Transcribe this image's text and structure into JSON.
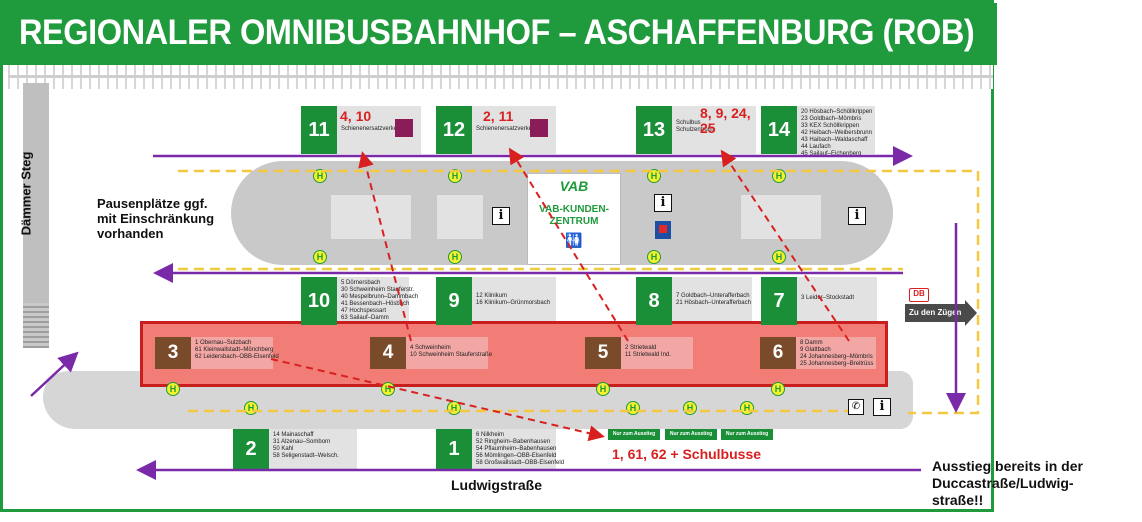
{
  "title": "REGIONALER OMNIBUSBAHNHOF – ASCHAFFENBURG (ROB)",
  "colors": {
    "green": "#1f9a3c",
    "purple": "#7a2aa8",
    "red": "#d92020",
    "brown": "#7a4b2a",
    "yellow_dash": "#f3c942"
  },
  "steg_label": "Dämmer Steg",
  "pause_note": [
    "Pausenplätze ggf.",
    "mit Einschränkung",
    "vorhanden"
  ],
  "exit_note": [
    "Ausstieg bereits in der",
    "Duccastraße/Ludwig-",
    "straße!!"
  ],
  "street": "Ludwigstraße",
  "db_logo": "DB",
  "to_trains": "Zu den Zügen",
  "vab": {
    "logo": "VAB",
    "line1": "VAB-KUNDEN-",
    "line2": "ZENTRUM"
  },
  "info_symbol": "i",
  "h_symbol": "H",
  "phone_symbol": "✆",
  "exit_tag": "Nur zum Ausstieg",
  "schulbusse_label": "1, 61, 62 + Schulbusse",
  "bays_top": [
    {
      "num": "11",
      "info": "Schienenersatzverkehr",
      "red": "4, 10"
    },
    {
      "num": "12",
      "info": "Schienenersatzverkehr",
      "red": "2, 11"
    },
    {
      "num": "13",
      "info": "Schulbus\nSchulzentrum",
      "red": "8, 9, 24,\n25"
    },
    {
      "num": "14",
      "info": "20 Hösbach–Schöllkrippen\n23 Goldbach–Mömbris\n33 KEX Schöllkrippen\n42 Heibach–Weibersbrunn\n43 Haibach–Waldaschaff\n44 Laufach\n45 Sailauf–Eichenberg"
    }
  ],
  "bays_mid": [
    {
      "num": "10",
      "info": "5 Dörnersbach\n30 Schweinheim Stauferstr.\n40 Mespelbrunn–Dammbach\n41 Bessenbach–Hösbach\n47 Hochspessart\n63 Sailauf–Damm"
    },
    {
      "num": "9",
      "info": "12 Klinikum\n16 Klinikum–Grünmorsbach"
    },
    {
      "num": "8",
      "info": "7 Goldbach–Unterafferbach\n21 Hösbach–Unterafferbach"
    },
    {
      "num": "7",
      "info": "3 Leider–Stockstadt"
    }
  ],
  "bays_brown": [
    {
      "num": "3",
      "info": "1 Obernau–Sulzbach\n61 Kleinwallstadt–Mönchberg\n62 Leidersbach–OBB-Elsenfeld"
    },
    {
      "num": "4",
      "info": "4 Schweinheim\n10 Schweinheim Stauferstraße"
    },
    {
      "num": "5",
      "info": "2 Strietwald\n11 Strietwald Ind."
    },
    {
      "num": "6",
      "info": "8 Damm\n9 Glattbach\n24 Johannesberg–Mömbris\n25 Johannesberg–Breitrüss"
    }
  ],
  "bays_bottom": [
    {
      "num": "2",
      "info": "14 Mainaschaff\n31 Alzenau–Somborn\n50 Kahl\n58 Seligenstadt–Welsch. "
    },
    {
      "num": "1",
      "info": "6 Nilkheim\n52 Ringheim–Babenhausen\n54 Pflaumheim–Babenhausen\n56 Mömlingen–OBB-Elsenfeld\n58 Großwallstadt–OBB-Elsenfeld"
    }
  ]
}
